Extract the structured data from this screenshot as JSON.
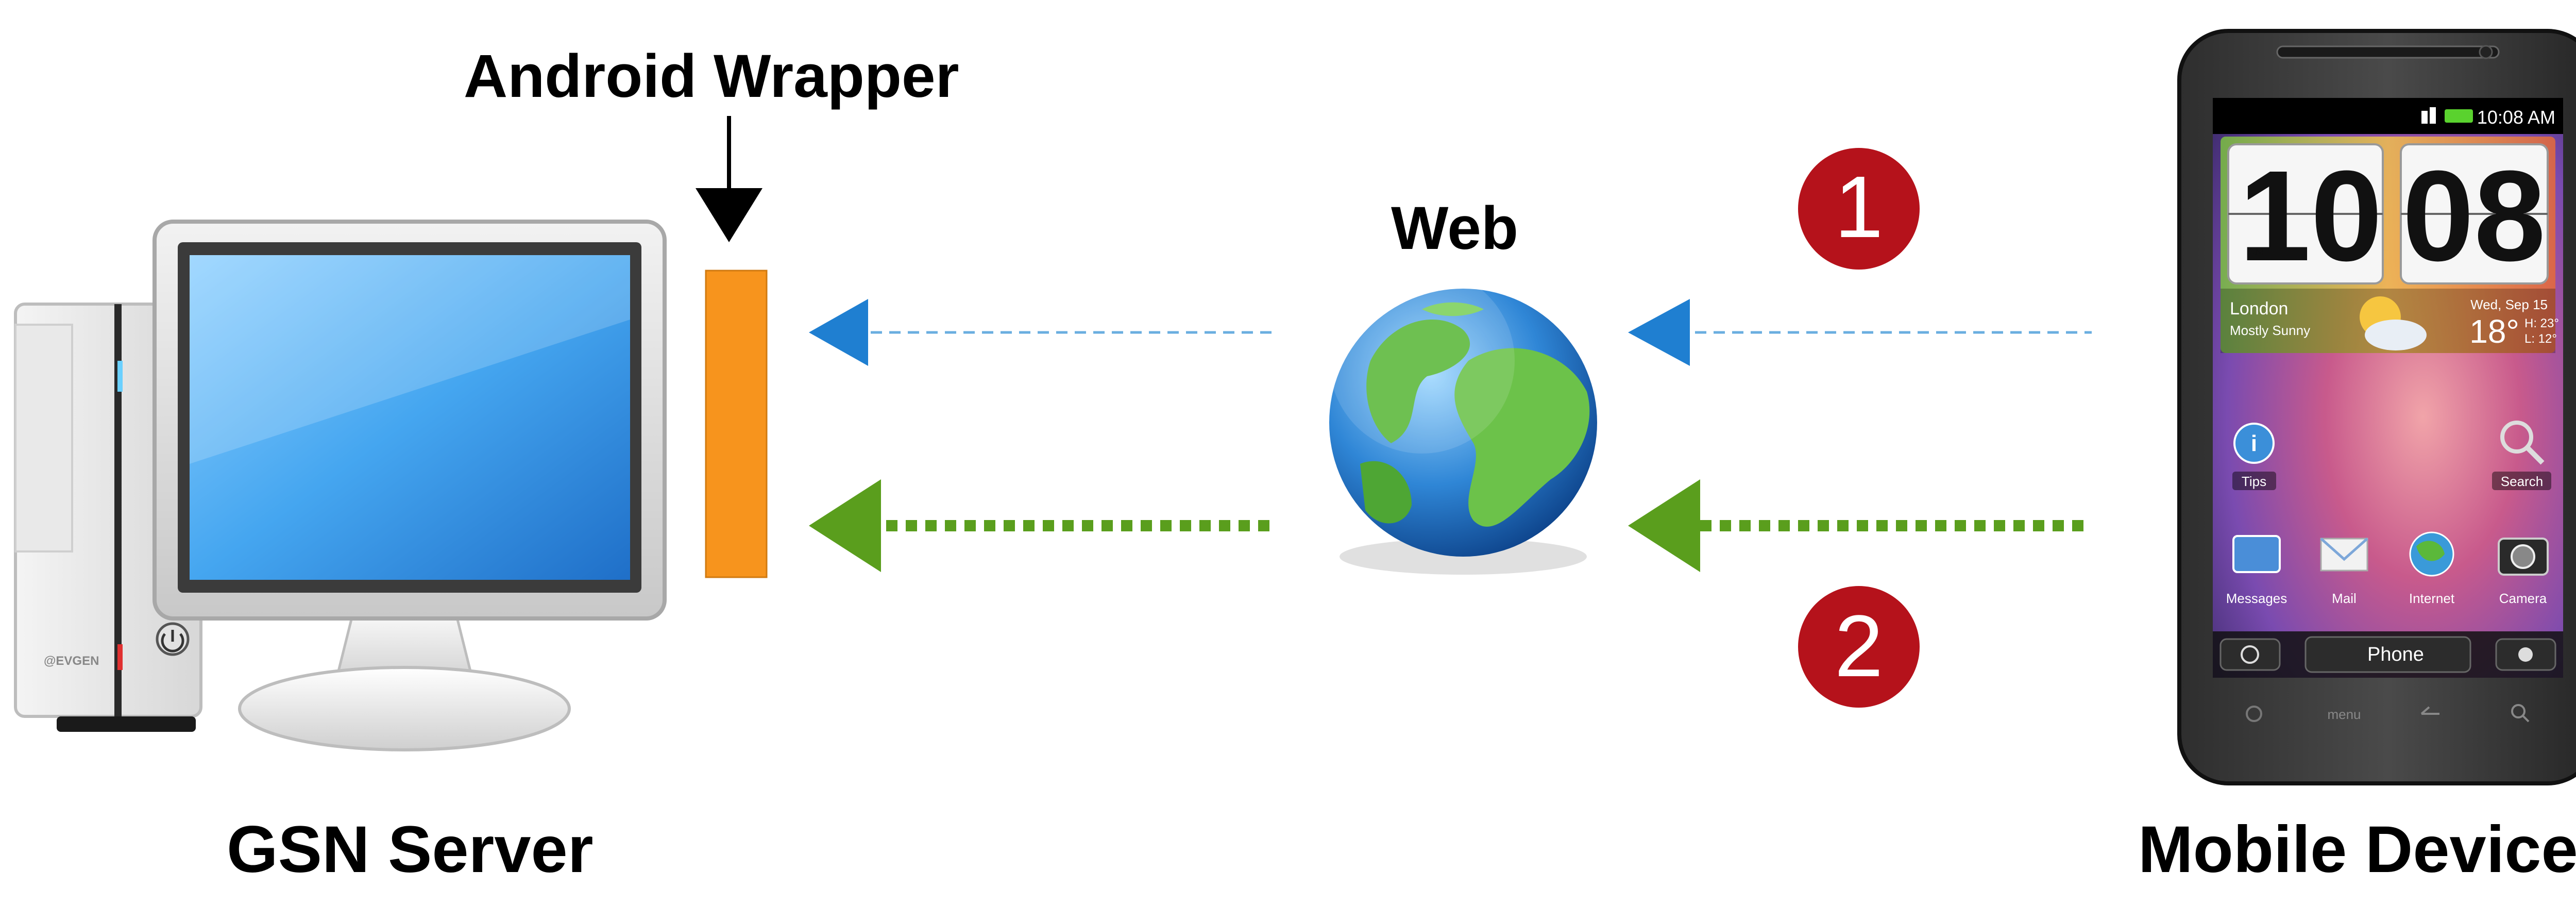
{
  "labels": {
    "android_wrapper": "Android Wrapper",
    "web": "Web",
    "gsn_server": "GSN Server",
    "mobile_device": "Mobile Device"
  },
  "steps": {
    "step1": "1",
    "step2": "2"
  },
  "computer": {
    "brand": "@EVGEN"
  },
  "phone": {
    "status_time": "10:08 AM",
    "clock_hour": "10",
    "clock_am": "AM",
    "clock_minute": "08",
    "city": "London",
    "weather": "Mostly Sunny",
    "date": "Wed, Sep 15",
    "temperature": "18°",
    "high": "H: 23°",
    "low": "L: 12°",
    "apps": [
      "Tips",
      "Search",
      "Messages",
      "Mail",
      "Internet",
      "Camera"
    ],
    "dock_phone": "Phone",
    "nav_menu": "menu"
  },
  "colors": {
    "wrapper": "#f7941d",
    "request_arrow": "#1f7fd1",
    "response_arrow": "#5a9e1d",
    "step_badge": "#b5121b"
  }
}
